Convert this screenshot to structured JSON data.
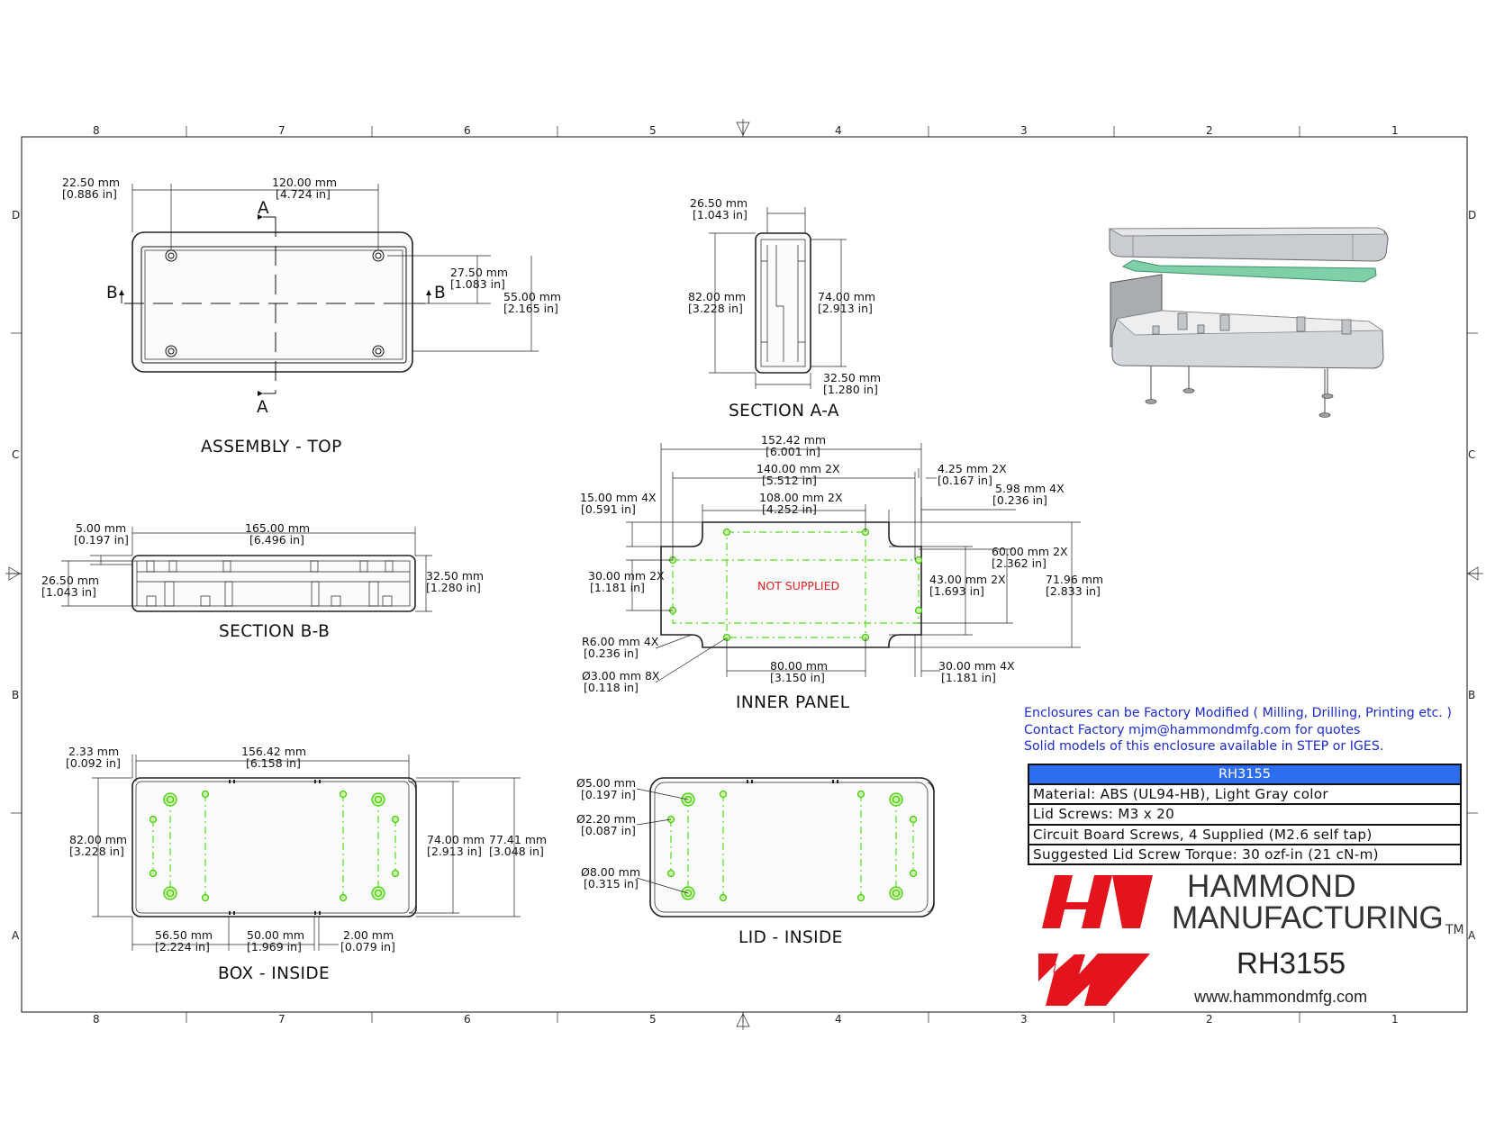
{
  "zones_top": [
    "8",
    "7",
    "6",
    "5",
    "4",
    "3",
    "2",
    "1"
  ],
  "zones_side": [
    "D",
    "C",
    "B",
    "A"
  ],
  "views": {
    "assembly_top": {
      "title": "ASSEMBLY - TOP",
      "section_a": "A",
      "section_b": "B",
      "dims": [
        {
          "mm": "22.50 mm",
          "in": "[0.886 in]"
        },
        {
          "mm": "120.00 mm",
          "in": "[4.724 in]"
        },
        {
          "mm": "27.50 mm",
          "in": "[1.083 in]"
        },
        {
          "mm": "55.00 mm",
          "in": "[2.165 in]"
        }
      ]
    },
    "section_aa": {
      "title": "SECTION A-A",
      "dims": [
        {
          "mm": "26.50 mm",
          "in": "[1.043 in]"
        },
        {
          "mm": "82.00 mm",
          "in": "[3.228 in]"
        },
        {
          "mm": "74.00 mm",
          "in": "[2.913 in]"
        },
        {
          "mm": "32.50 mm",
          "in": "[1.280 in]"
        }
      ]
    },
    "section_bb": {
      "title": "SECTION B-B",
      "dims": [
        {
          "mm": "5.00 mm",
          "in": "[0.197 in]"
        },
        {
          "mm": "165.00 mm",
          "in": "[6.496 in]"
        },
        {
          "mm": "26.50 mm",
          "in": "[1.043 in]"
        },
        {
          "mm": "32.50 mm",
          "in": "[1.280 in]"
        }
      ]
    },
    "inner_panel": {
      "title": "INNER PANEL",
      "note": "NOT SUPPLIED",
      "dims": [
        {
          "mm": "152.42 mm",
          "in": "[6.001 in]"
        },
        {
          "mm": "140.00 mm 2X",
          "in": "[5.512 in]"
        },
        {
          "mm": "4.25 mm  2X",
          "in": "[0.167 in]"
        },
        {
          "mm": "5.98 mm  4X",
          "in": "[0.236 in]"
        },
        {
          "mm": "15.00 mm 4X",
          "in": "[0.591 in]"
        },
        {
          "mm": "108.00 mm 2X",
          "in": "[4.252 in]"
        },
        {
          "mm": "60.00 mm 2X",
          "in": "[2.362 in]"
        },
        {
          "mm": "30.00 mm 2X",
          "in": "[1.181 in]"
        },
        {
          "mm": "43.00 mm 2X",
          "in": "[1.693 in]"
        },
        {
          "mm": "71.96 mm",
          "in": "[2.833 in]"
        },
        {
          "mm": "R6.00 mm 4X",
          "in": "[0.236 in]"
        },
        {
          "mm": "Ø3.00 mm 8X",
          "in": "[0.118 in]"
        },
        {
          "mm": "80.00 mm",
          "in": "[3.150 in]"
        },
        {
          "mm": "30.00 mm 4X",
          "in": "[1.181 in]"
        }
      ]
    },
    "box_inside": {
      "title": "BOX - INSIDE",
      "dims": [
        {
          "mm": "2.33 mm",
          "in": "[0.092 in]"
        },
        {
          "mm": "156.42 mm",
          "in": "[6.158 in]"
        },
        {
          "mm": "82.00 mm",
          "in": "[3.228 in]"
        },
        {
          "mm": "74.00 mm",
          "in": "[2.913 in]"
        },
        {
          "mm": "77.41 mm",
          "in": "[3.048 in]"
        },
        {
          "mm": "56.50 mm",
          "in": "[2.224 in]"
        },
        {
          "mm": "50.00 mm",
          "in": "[1.969 in]"
        },
        {
          "mm": "2.00 mm",
          "in": "[0.079 in]"
        }
      ]
    },
    "lid_inside": {
      "title": "LID - INSIDE",
      "dims": [
        {
          "mm": "Ø5.00 mm",
          "in": "[0.197 in]"
        },
        {
          "mm": "Ø2.20 mm",
          "in": "[0.087 in]"
        },
        {
          "mm": "Ø8.00 mm",
          "in": "[0.315 in]"
        }
      ]
    }
  },
  "notes": [
    "Enclosures can be Factory Modified ( Milling, Drilling, Printing etc. )",
    "Contact Factory mjm@hammondmfg.com for quotes",
    "Solid models of this enclosure available in STEP or IGES."
  ],
  "spec_table": {
    "header": "RH3155",
    "rows": [
      "Material: ABS (UL94-HB),  Light Gray color",
      "Lid Screws: M3 x 20",
      "Circuit Board Screws, 4 Supplied (M2.6 self tap)",
      "Suggested Lid Screw Torque: 30 ozf-in (21 cN-m)"
    ]
  },
  "logo": {
    "line1": "HAMMOND",
    "line2": "MANUFACTURING",
    "tm": "TM",
    "part_number": "RH3155",
    "website": "www.hammondmfg.com",
    "brand_red": "#e3141c"
  }
}
